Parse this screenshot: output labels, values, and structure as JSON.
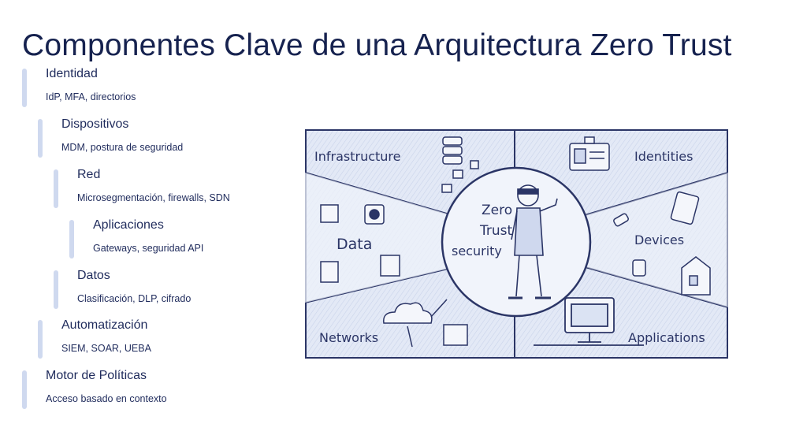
{
  "title": "Componentes Clave de una Arquitectura Zero Trust",
  "components": [
    {
      "label": "Identidad",
      "desc": "IdP, MFA, directorios"
    },
    {
      "label": "Dispositivos",
      "desc": "MDM, postura de seguridad"
    },
    {
      "label": "Red",
      "desc": "Microsegmentación, firewalls, SDN"
    },
    {
      "label": "Aplicaciones",
      "desc": "Gateways, seguridad API"
    },
    {
      "label": "Datos",
      "desc": "Clasificación, DLP, cifrado"
    },
    {
      "label": "Automatización",
      "desc": "SIEM, SOAR, UEBA"
    },
    {
      "label": "Motor de Políticas",
      "desc": "Acceso basado en contexto"
    }
  ],
  "illustration": {
    "center": {
      "line1": "Zero",
      "line2": "Trust",
      "line3": "security"
    },
    "segments": {
      "infrastructure": "Infrastructure",
      "identities": "Identities",
      "data": "Data",
      "devices": "Devices",
      "networks": "Networks",
      "applications": "Applications"
    }
  },
  "colors": {
    "title": "#16224f",
    "text": "#1f2b5c",
    "accent_bar": "#cfd9ef",
    "sketch_ink": "#2b3566",
    "sketch_fill": "#dbe3f3"
  },
  "icons": [
    "server-icon",
    "id-card-icon",
    "tablet-icon",
    "usb-icon",
    "watch-icon",
    "house-icon",
    "chart-icon",
    "cloud-icon",
    "monitor-icon",
    "person-icon"
  ]
}
